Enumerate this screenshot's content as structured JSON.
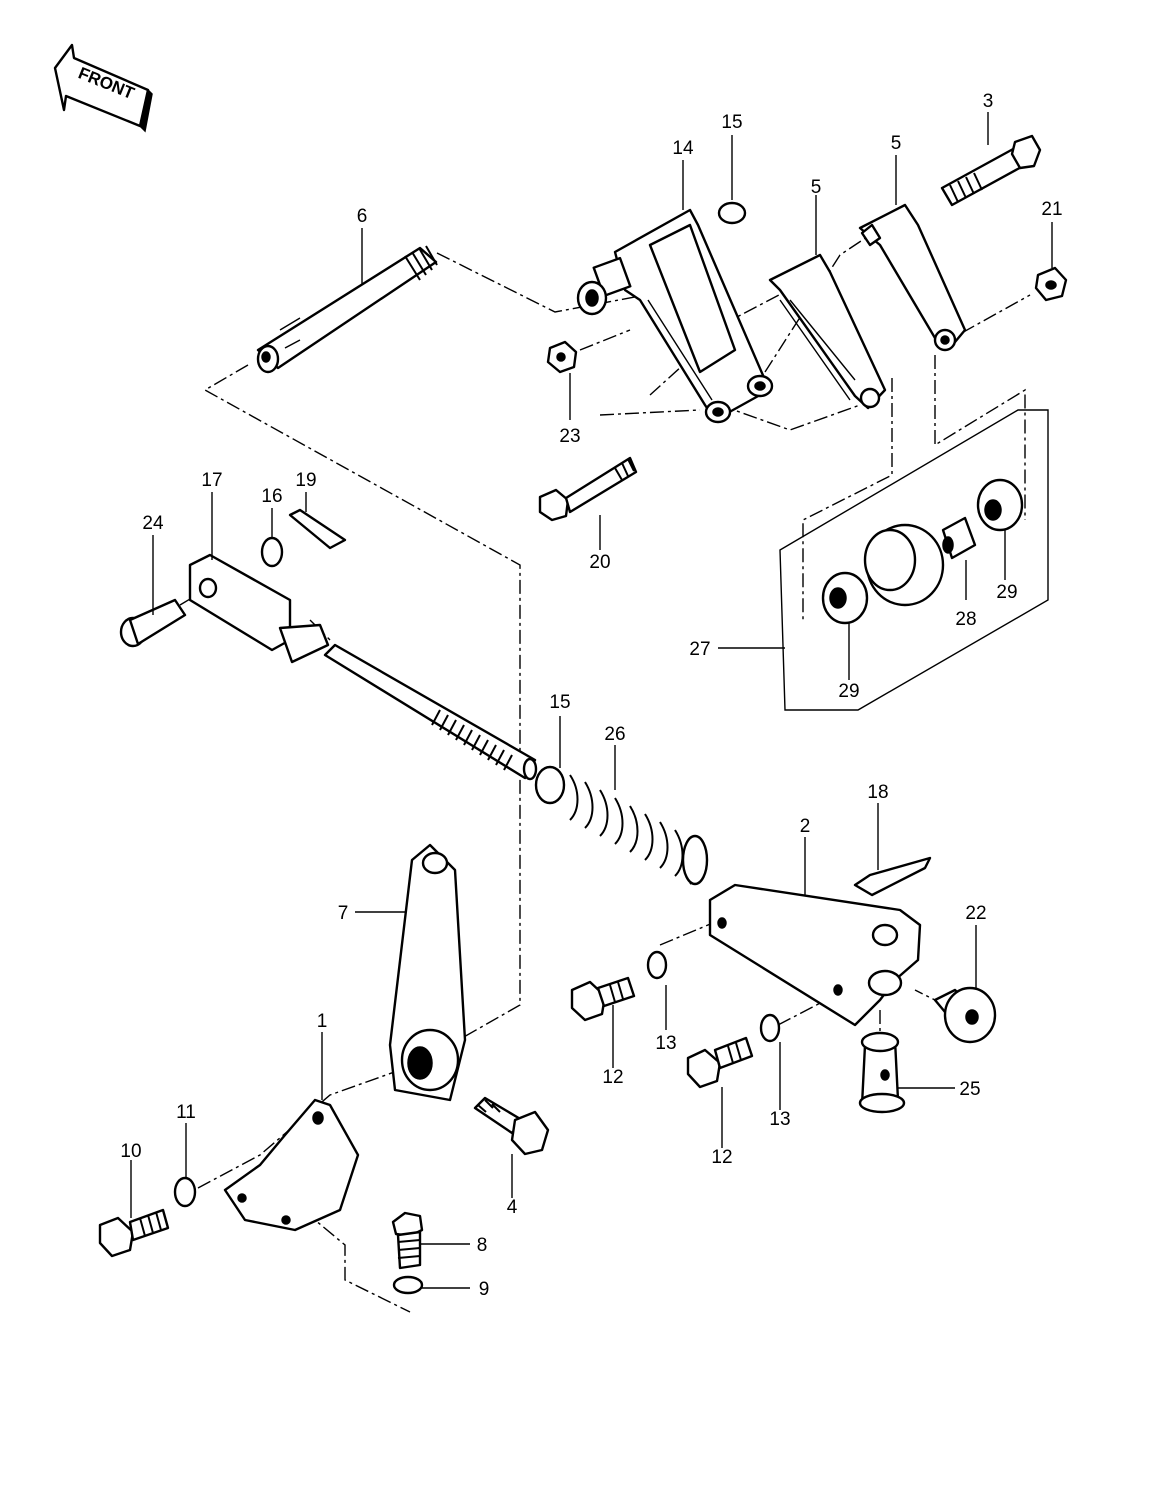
{
  "direction_label": "FRONT",
  "callouts": {
    "c1": "1",
    "c2": "2",
    "c3": "3",
    "c4": "4",
    "c5a": "5",
    "c5b": "5",
    "c6": "6",
    "c7": "7",
    "c8": "8",
    "c9": "9",
    "c10": "10",
    "c11": "11",
    "c12a": "12",
    "c12b": "12",
    "c13a": "13",
    "c13b": "13",
    "c14": "14",
    "c15a": "15",
    "c15b": "15",
    "c16": "16",
    "c17": "17",
    "c18": "18",
    "c19": "19",
    "c20": "20",
    "c21": "21",
    "c22": "22",
    "c23": "23",
    "c24": "24",
    "c25": "25",
    "c26": "26",
    "c27": "27",
    "c28": "28",
    "c29a": "29",
    "c29b": "29"
  }
}
